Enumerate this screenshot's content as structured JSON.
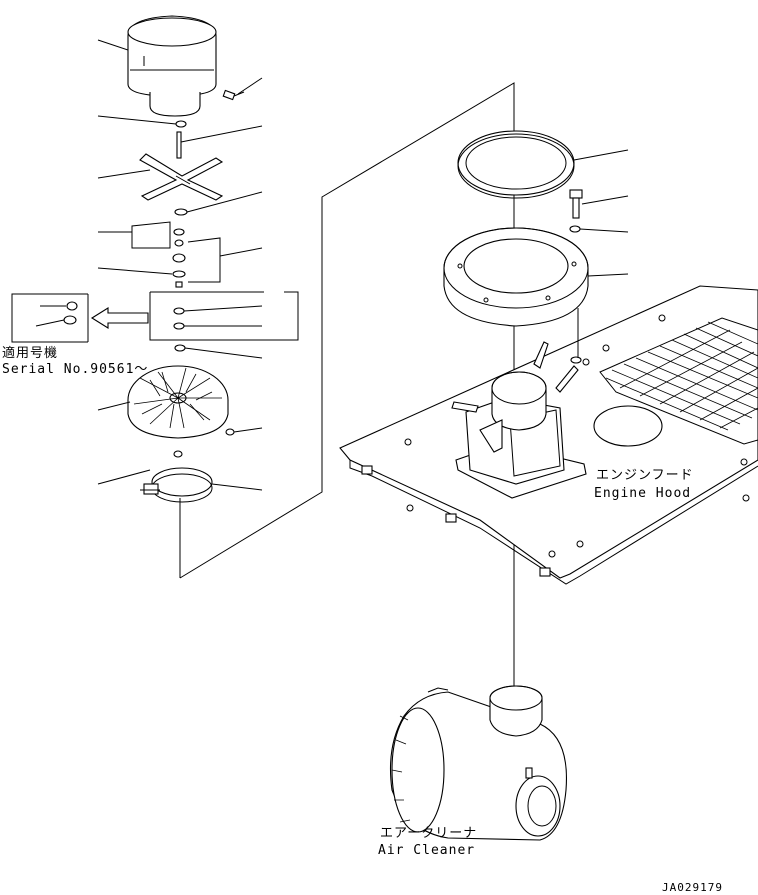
{
  "labels": {
    "serial_jp": "適用号機",
    "serial_en": "Serial No.90561～",
    "engine_hood_jp": "エンジンフード",
    "engine_hood_en": "Engine Hood",
    "air_cleaner_jp": "エアークリーナ",
    "air_cleaner_en": "Air Cleaner",
    "drawing_code": "JA029179"
  },
  "colors": {
    "line": "#000000",
    "background": "#ffffff"
  },
  "icons": {
    "arrow": "left-arrow-icon"
  }
}
